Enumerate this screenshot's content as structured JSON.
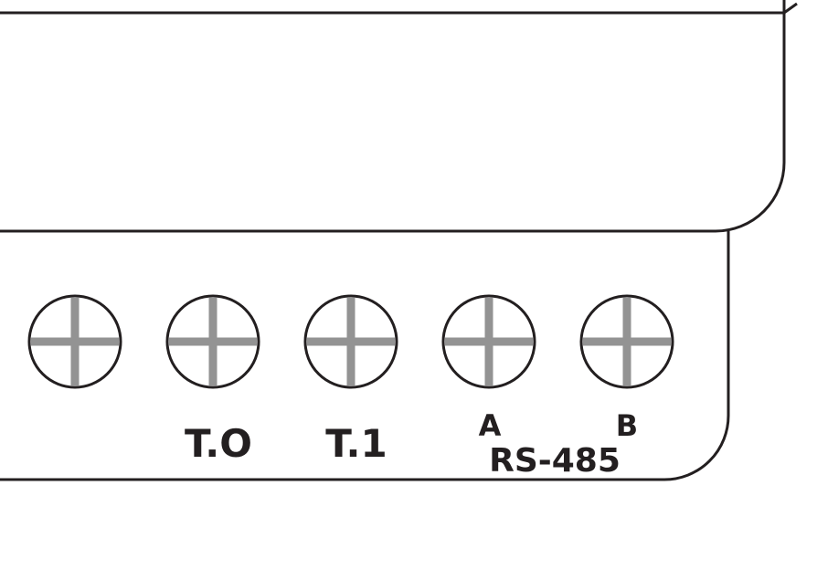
{
  "terminals": [
    {
      "id": "terminal-1",
      "label": ""
    },
    {
      "id": "terminal-t0",
      "label": "T.O"
    },
    {
      "id": "terminal-t1",
      "label": "T.1"
    },
    {
      "id": "terminal-a",
      "label": "A"
    },
    {
      "id": "terminal-b",
      "label": "B"
    }
  ],
  "bus_label": "RS-485",
  "colors": {
    "outline": "#231f20",
    "screw_cross": "#939393",
    "background": "#ffffff"
  }
}
